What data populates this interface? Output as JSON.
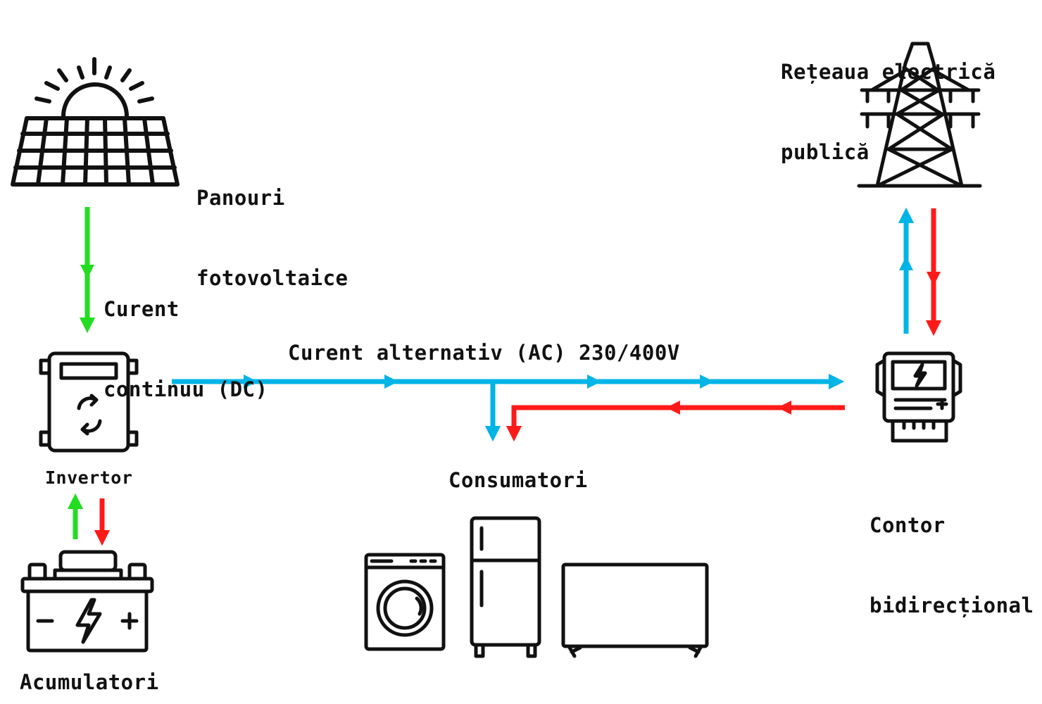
{
  "labels": {
    "solar": [
      "Panouri",
      "fotovoltaice"
    ],
    "dc": [
      "Curent",
      "continuu (DC)"
    ],
    "ac": "Curent alternativ (AC) 230/400V",
    "inverter": "Invertor",
    "battery": "Acumulatori",
    "consumers": "Consumatori",
    "meter": [
      "Contor",
      "bidirecțional"
    ],
    "grid": [
      "Rețeaua electrică",
      "publică"
    ]
  },
  "colors": {
    "dc_flow": "#22dd22",
    "ac_flow": "#00b4e6",
    "return_flow": "#ff1a1a",
    "icon_stroke": "#111111"
  },
  "icons": [
    "solar-panel-icon",
    "inverter-icon",
    "battery-icon",
    "washing-machine-icon",
    "refrigerator-icon",
    "tv-icon",
    "electric-meter-icon",
    "power-pylon-icon"
  ]
}
